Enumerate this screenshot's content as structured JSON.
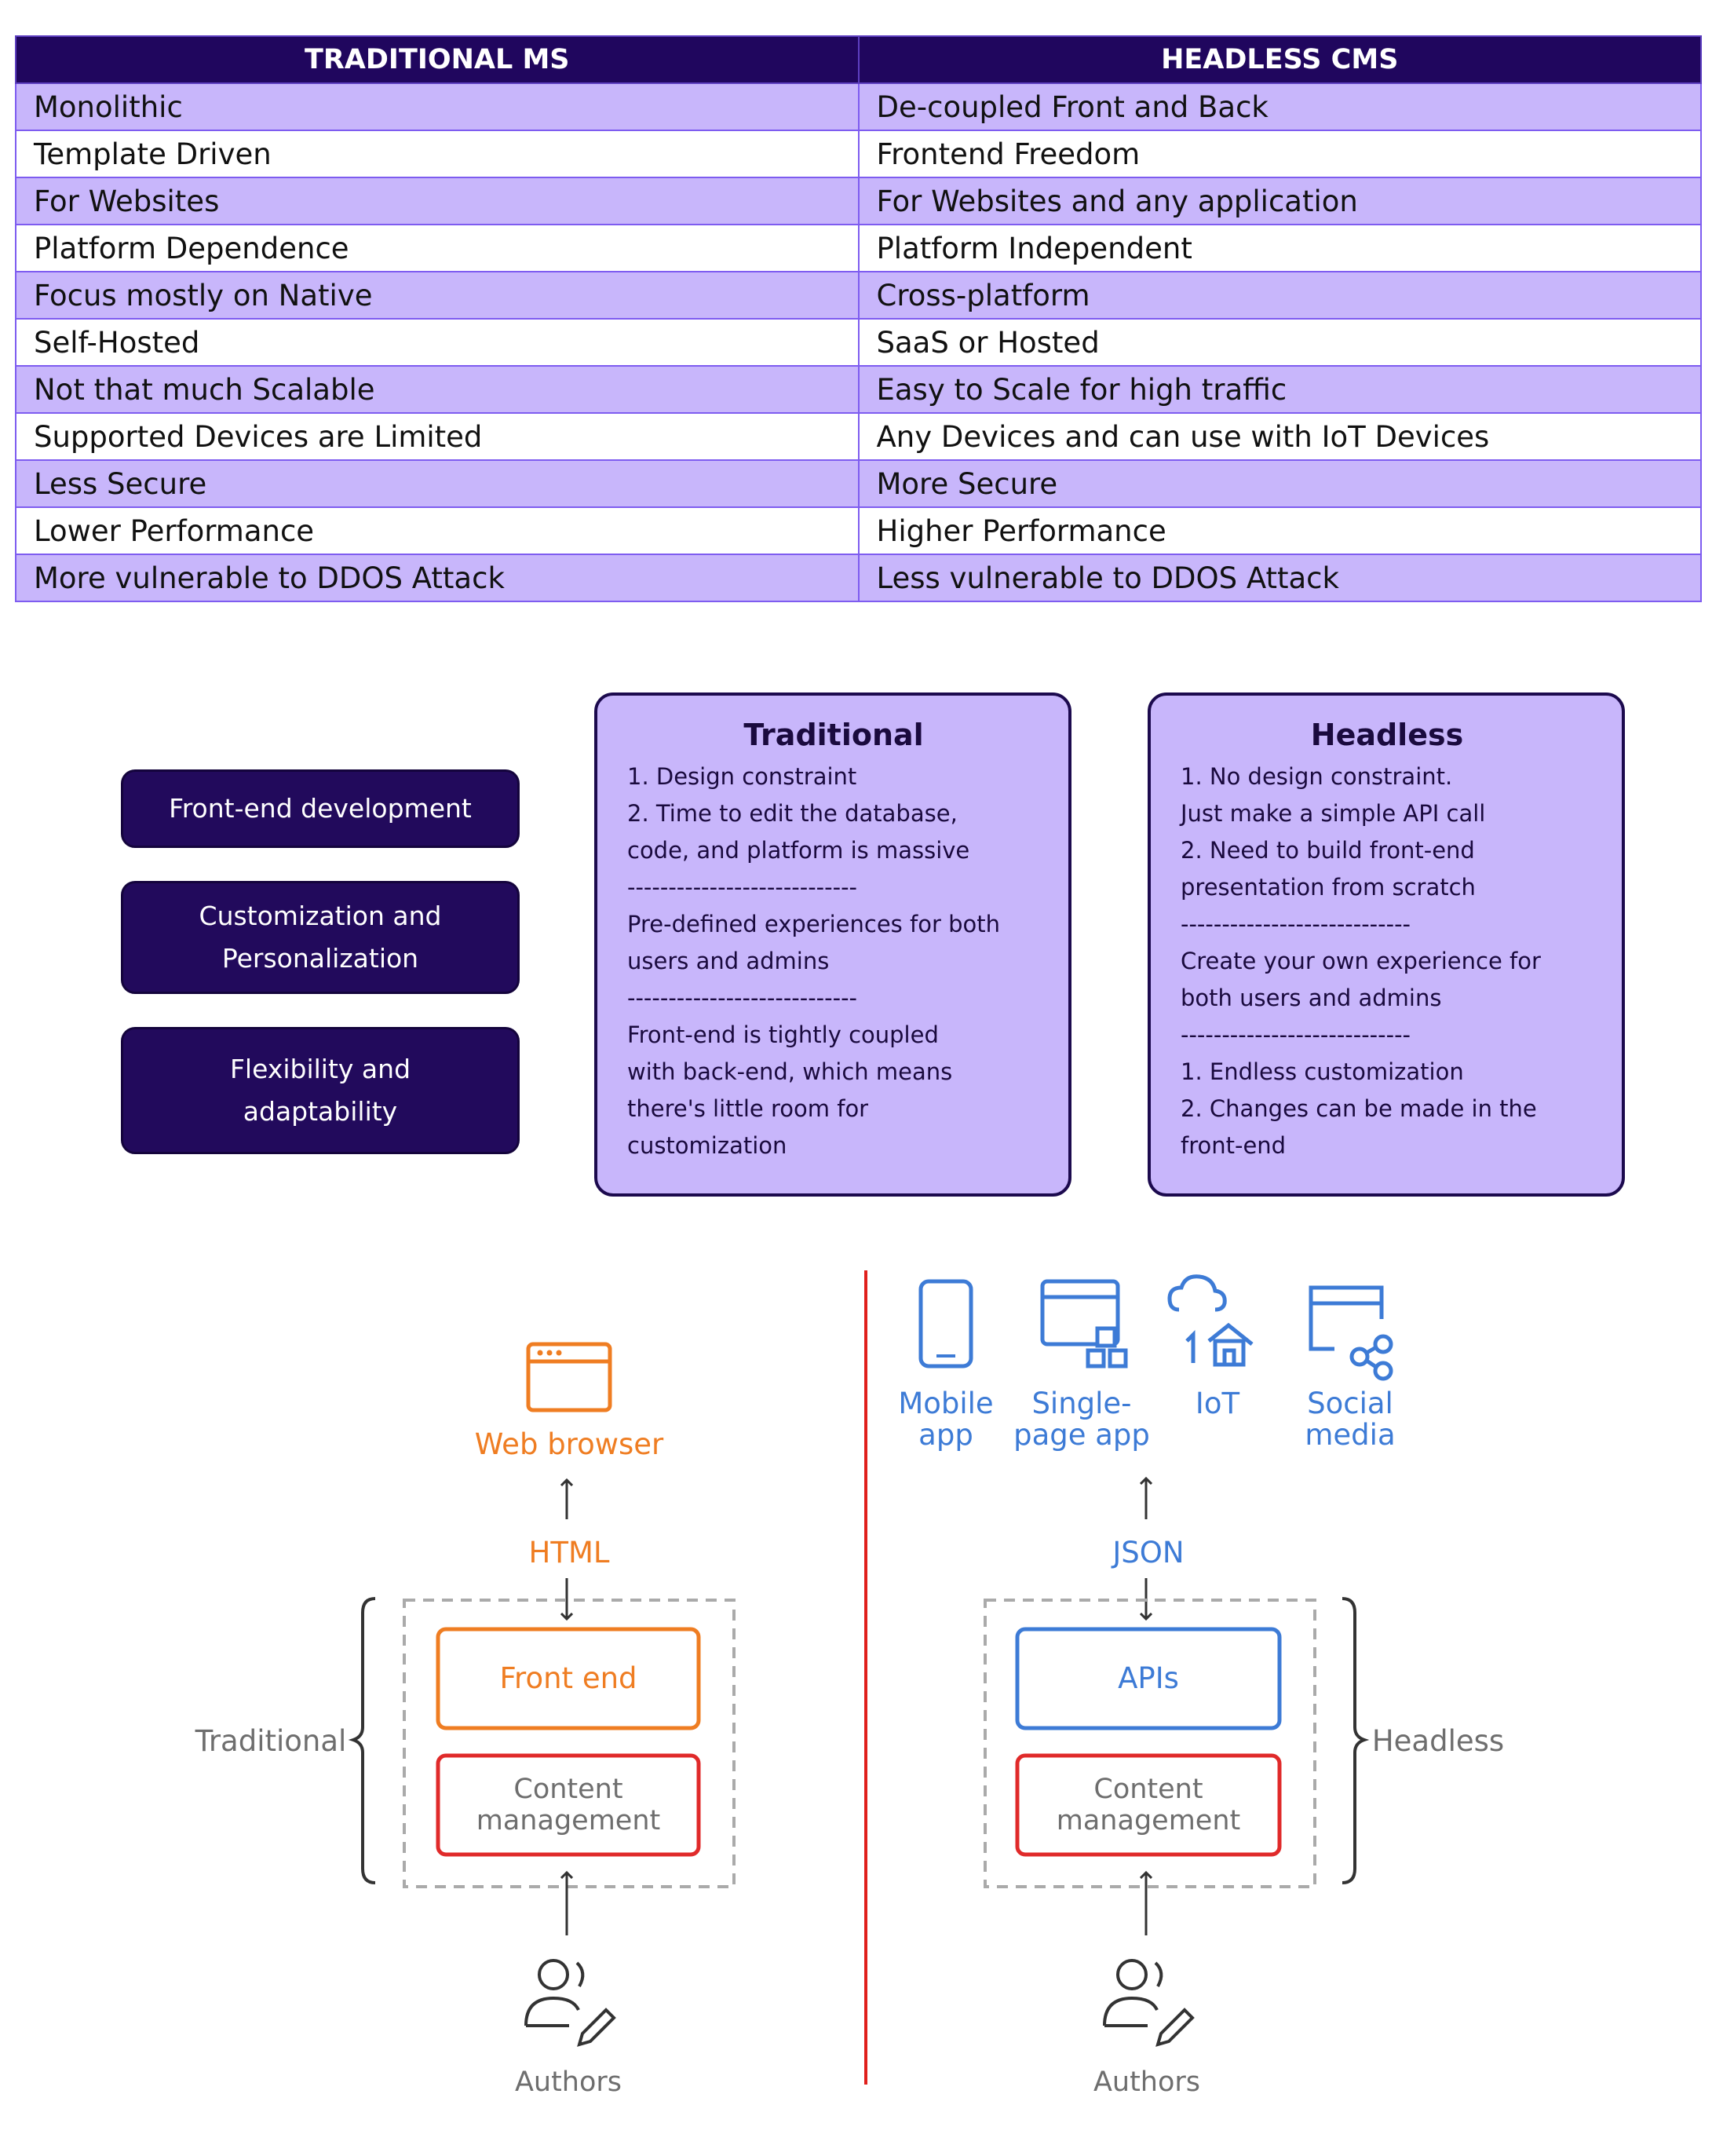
{
  "table": {
    "headers": [
      "TRADITIONAL MS",
      "HEADLESS CMS"
    ],
    "rows": [
      [
        "Monolithic",
        "De-coupled Front and Back"
      ],
      [
        "Template Driven",
        "Frontend Freedom"
      ],
      [
        "For Websites",
        "For Websites and any application"
      ],
      [
        "Platform Dependence",
        "Platform Independent"
      ],
      [
        "Focus mostly on Native",
        "Cross-platform"
      ],
      [
        "Self-Hosted",
        "SaaS or Hosted"
      ],
      [
        "Not that much Scalable",
        "Easy to Scale for high traffic"
      ],
      [
        "Supported Devices are Limited",
        "Any Devices and can use with IoT Devices"
      ],
      [
        "Less Secure",
        "More Secure"
      ],
      [
        "Lower Performance",
        "Higher Performance"
      ],
      [
        "More vulnerable to DDOS Attack",
        "Less vulnerable to DDOS Attack"
      ]
    ]
  },
  "aspects": {
    "front_end": "Front-end development",
    "customization_1": "Customization and",
    "customization_2": "Personalization",
    "flexibility_1": "Flexibility and",
    "flexibility_2": "adaptability"
  },
  "traditional_card": {
    "title": "Traditional",
    "lines": [
      "1. Design constraint",
      "2. Time to edit the database,",
      "code, and platform is massive",
      "----------------------------",
      "Pre-defined experiences for both",
      "users and admins",
      "----------------------------",
      "Front-end is tightly coupled",
      "with back-end, which means",
      "there's little room for",
      "customization"
    ]
  },
  "headless_card": {
    "title": "Headless",
    "lines": [
      "1. No design constraint.",
      "Just make a simple API call",
      "2. Need to build front-end",
      "presentation from scratch",
      "----------------------------",
      "Create your own experience for",
      "both users and admins",
      "----------------------------",
      "1. Endless customization",
      "2. Changes can be made in the",
      "front-end"
    ]
  },
  "diagram": {
    "traditional": {
      "browser_label": "Web browser",
      "transport": "HTML",
      "top_box": "Front end",
      "cm_line1": "Content",
      "cm_line2": "management",
      "bracket_label": "Traditional",
      "authors": "Authors"
    },
    "headless": {
      "channels": [
        {
          "line1": "Mobile",
          "line2": "app",
          "icon": "mobile-phone-icon"
        },
        {
          "line1": "Single-",
          "line2": "page app",
          "icon": "single-page-app-icon"
        },
        {
          "line1": "IoT",
          "line2": "",
          "icon": "iot-cloud-house-icon"
        },
        {
          "line1": "Social",
          "line2": "media",
          "icon": "social-share-icon"
        }
      ],
      "transport": "JSON",
      "top_box": "APIs",
      "cm_line1": "Content",
      "cm_line2": "management",
      "bracket_label": "Headless",
      "authors": "Authors"
    },
    "colors": {
      "orange": "#ef7d22",
      "blue": "#3d7bd6",
      "red": "#e02a2a",
      "gray": "#6e6e6e",
      "divider": "#e0201c"
    }
  }
}
